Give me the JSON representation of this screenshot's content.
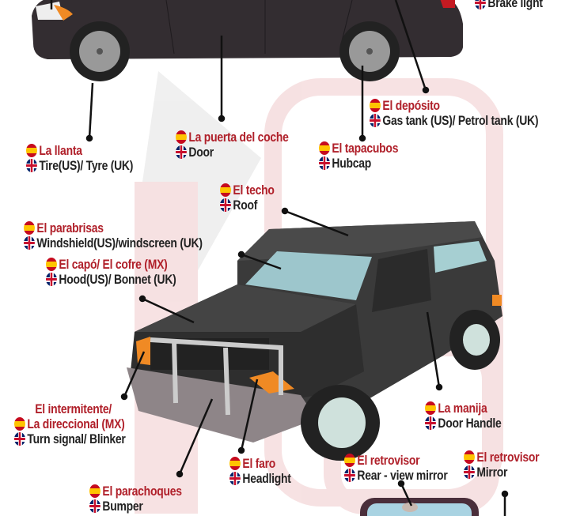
{
  "labels": {
    "brake_light": {
      "en": "Brake light"
    },
    "tire": {
      "es": "La llanta",
      "en": "Tire(US)/ Tyre (UK)"
    },
    "door": {
      "es": "La puerta del coche",
      "en": "Door"
    },
    "gas_tank": {
      "es": "El depósito",
      "en": "Gas tank  (US)/ Petrol tank (UK)"
    },
    "hubcap": {
      "es": "El tapacubos",
      "en": "Hubcap"
    },
    "roof": {
      "es": "El techo",
      "en": "Roof"
    },
    "windshield": {
      "es": "El parabrisas",
      "en": "Windshield(US)/windscreen (UK)"
    },
    "hood": {
      "es": "El capó/ El cofre (MX)",
      "en": "Hood(US)/ Bonnet (UK)"
    },
    "turn_signal": {
      "es1": "El intermitente/",
      "es2": "La direccional (MX)",
      "en": "Turn signal/ Blinker"
    },
    "door_handle": {
      "es": "La manija",
      "en": "Door Handle"
    },
    "headlight": {
      "es": "El faro",
      "en": "Headlight"
    },
    "rearview_mirror": {
      "es": "El retrovisor",
      "en": "Rear - view mirror"
    },
    "mirror": {
      "es": "El retrovisor",
      "en": "Mirror"
    },
    "bumper": {
      "es": "El parachoques",
      "en": "Bumper"
    }
  },
  "colors": {
    "spanish_text": "#b0202a",
    "english_text": "#222222",
    "car_body": "#2f2a2d"
  }
}
